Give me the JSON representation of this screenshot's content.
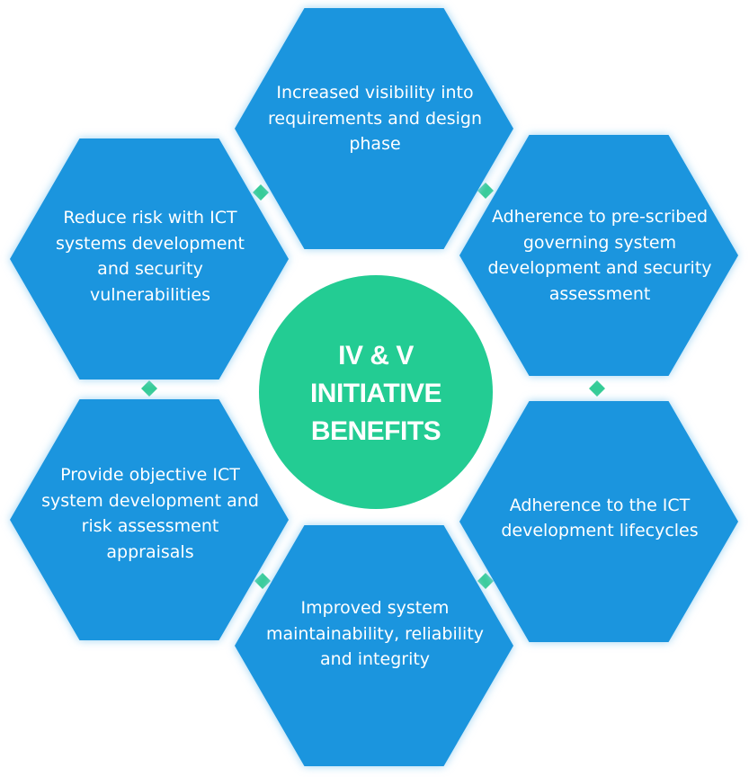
{
  "colors": {
    "hexagon": "#1b95de",
    "hexagon_glow": "#9ed3f3",
    "center_circle": "#23cc93",
    "connector": "#35cc96",
    "text": "#ffffff"
  },
  "center": {
    "title": "IV & V\nINITIATIVE\nBENEFITS"
  },
  "benefits": {
    "top": "Increased visibility into requirements and design phase",
    "top_right": "Adherence to pre-scribed governing system development and security assessment",
    "bottom_right": "Adherence to the ICT development lifecycles",
    "bottom": "Improved system maintainability, reliability and integrity",
    "bottom_left": "Provide objective ICT system development and risk assessment appraisals",
    "top_left": "Reduce risk with ICT systems development and security vulnerabilities"
  }
}
